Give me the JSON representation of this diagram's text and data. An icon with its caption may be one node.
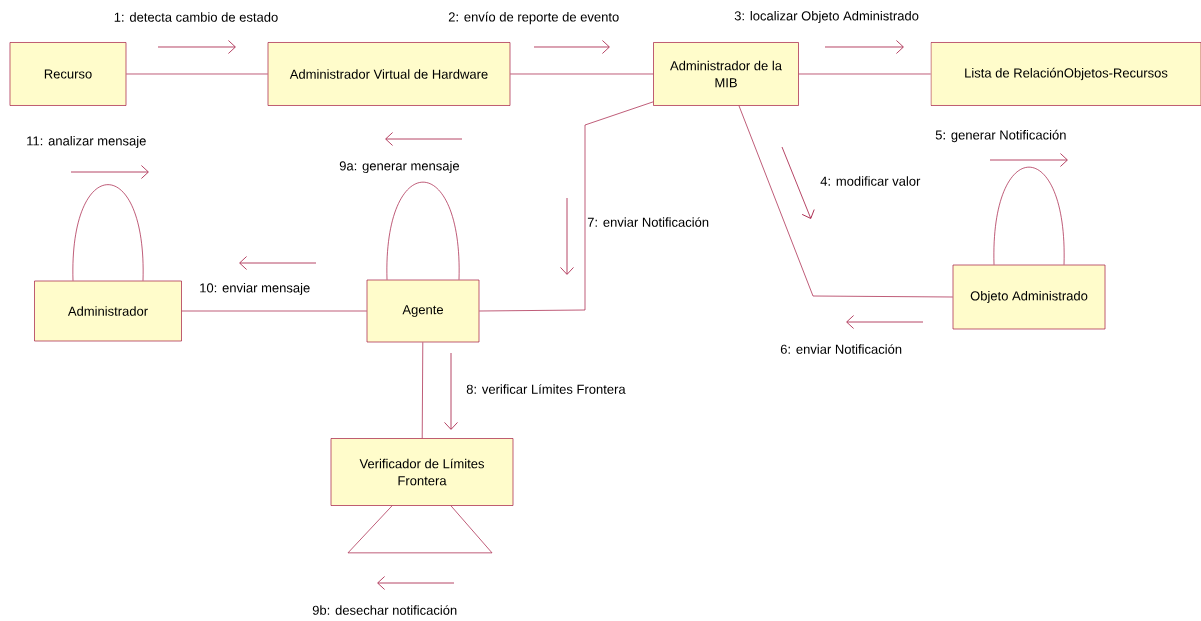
{
  "diagram": {
    "nodes": [
      {
        "text": [
          "Recurso"
        ]
      },
      {
        "text": [
          "Administrador Virtual de Hardware"
        ]
      },
      {
        "text": [
          "Administrador de la MIB"
        ]
      },
      {
        "text": [
          "Lista de RelaciónObjetos-Recursos"
        ]
      },
      {
        "text": [
          "Administrador"
        ]
      },
      {
        "text": [
          "Agente"
        ]
      },
      {
        "text": [
          "Objeto Administrado"
        ]
      },
      {
        "text": [
          "Verificador de Límites Frontera"
        ]
      }
    ],
    "edges": [
      {
        "from": 0,
        "to": 1,
        "arrow": "none",
        "label": "1: detecta cambio de estado"
      },
      {
        "from": 1,
        "to": 2,
        "arrow": "none",
        "label": "2: envío de reporte de evento"
      },
      {
        "from": 2,
        "to": 3,
        "arrow": "none",
        "label": "3: localizar Objeto Administrado"
      },
      {
        "from": 2,
        "to": 6,
        "arrow": "none",
        "label": "4: modificar valor"
      },
      {
        "from": 6,
        "to": 6,
        "arrow": "none",
        "label": "5: generar Notificación"
      },
      {
        "from": 2,
        "to": 5,
        "arrow": "none",
        "label": "7: enviar Notificación"
      },
      {
        "from": 5,
        "to": 7,
        "arrow": "none",
        "label": "8: verificar Límites Frontera"
      },
      {
        "from": 5,
        "to": 5,
        "arrow": "none",
        "label": "9a: generar mensaje"
      },
      {
        "from": 7,
        "to": 7,
        "arrow": "none",
        "label": "9b: desechar notificación"
      },
      {
        "from": 4,
        "to": 5,
        "arrow": "none",
        "label": "10: enviar mensaje"
      },
      {
        "from": 4,
        "to": 4,
        "arrow": "none",
        "label": "11: analizar mensaje"
      }
    ],
    "labels": [
      "6: enviar Notificación"
    ]
  }
}
